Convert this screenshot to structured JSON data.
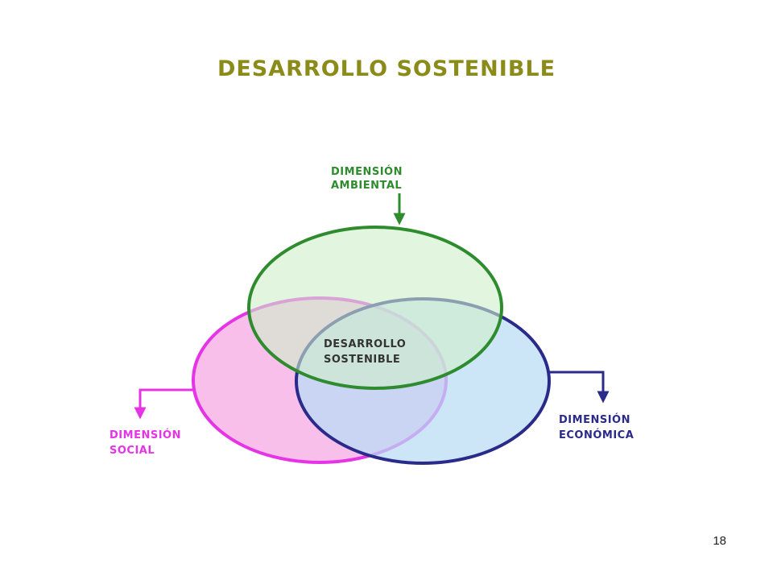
{
  "title": "DESARROLLO SOSTENIBLE",
  "diagram": {
    "ambiental": {
      "line1": "DIMENSIÓN",
      "line2": "AMBIENTAL",
      "stroke": "#2e8b2e",
      "fill": "#cfeec9"
    },
    "social": {
      "line1": "DIMENSIÓN",
      "line2": "SOCIAL",
      "stroke": "#e633e6",
      "fill": "#f7b4e8"
    },
    "economica": {
      "line1": "DIMENSIÓN",
      "line2": "ECONÓMICA",
      "stroke": "#2a2a8a",
      "fill": "#b9dcf5"
    },
    "center": {
      "line1": "DESARROLLO",
      "line2": "SOSTENIBLE"
    }
  },
  "page_number": "18"
}
